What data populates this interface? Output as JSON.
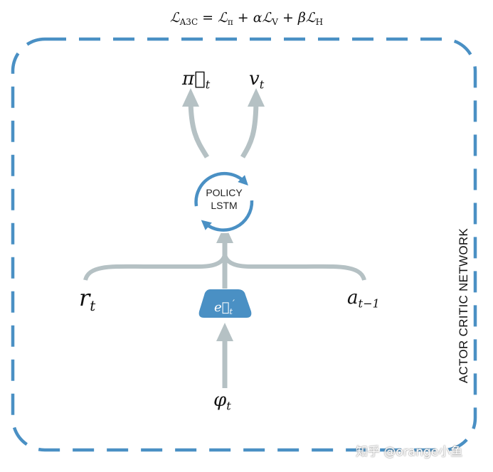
{
  "loss_formula": {
    "L": "ℒ",
    "sub_a3c": "A3C",
    "eq": " = ",
    "sub_pi": "π",
    "plus1": " + ",
    "alpha": "α",
    "sub_v": "V",
    "plus2": " + ",
    "beta": "β",
    "sub_h": "H"
  },
  "outputs": {
    "policy_symbol": "π⃗",
    "value_symbol": "v",
    "subscript": "t"
  },
  "inputs": {
    "reward_symbol": "r",
    "reward_sub": "t",
    "action_symbol": "a",
    "action_sub": "t−1",
    "obs_symbol": "φ",
    "obs_sub": "t"
  },
  "encoder": {
    "symbol": "e⃗",
    "sub": "t",
    "prime": "′"
  },
  "lstm": {
    "line1": "POLICY",
    "line2": "LSTM"
  },
  "network_label": "ACTOR CRITIC NETWORK",
  "watermark": "知乎 @orange小鱼",
  "colors": {
    "border": "#4a90c4",
    "arrow": "#b5c1c4",
    "encoder_fill": "#4a90c4",
    "lstm_ring": "#4a90c4"
  }
}
